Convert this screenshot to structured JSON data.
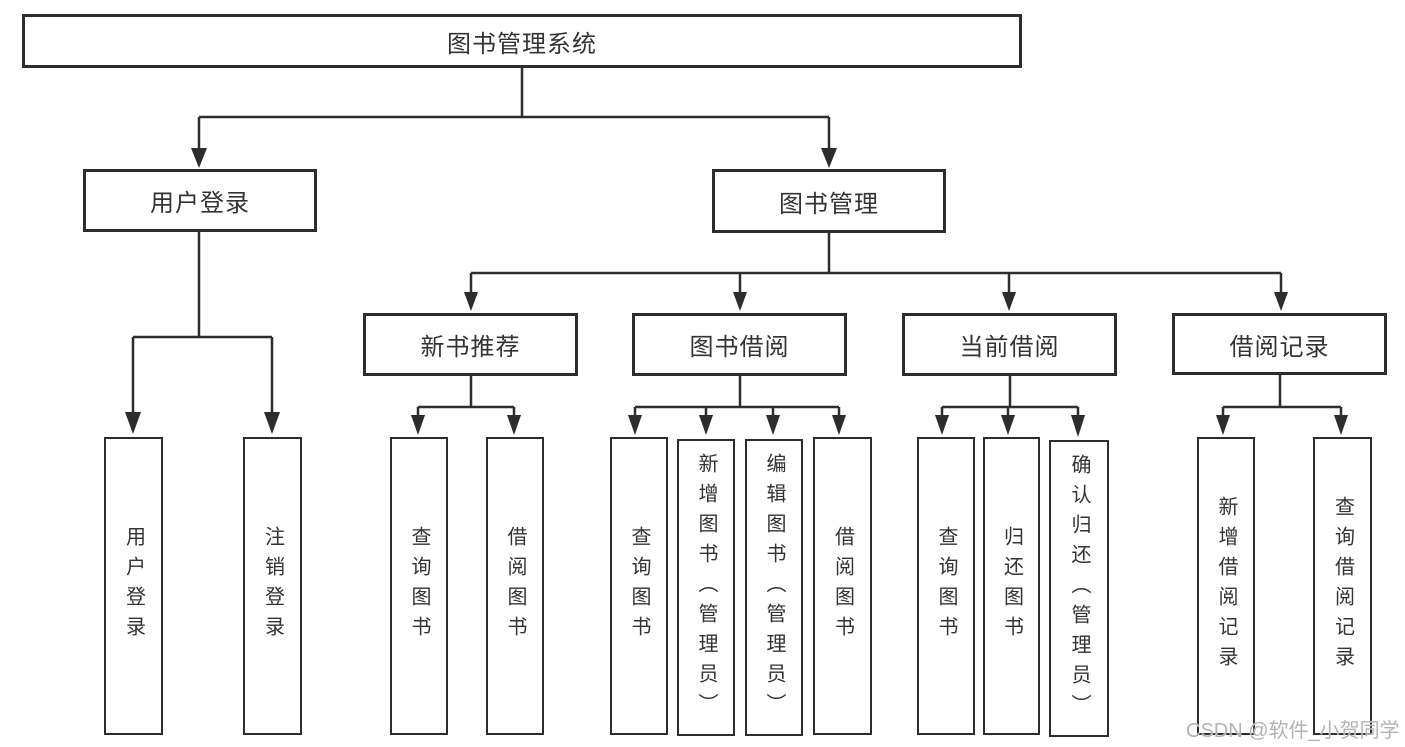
{
  "diagram": {
    "type": "hierarchy-tree",
    "root": {
      "label": "图书管理系统"
    },
    "level2": [
      {
        "label": "用户登录"
      },
      {
        "label": "图书管理"
      }
    ],
    "level3": [
      {
        "label": "新书推荐",
        "parent": "图书管理"
      },
      {
        "label": "图书借阅",
        "parent": "图书管理"
      },
      {
        "label": "当前借阅",
        "parent": "图书管理"
      },
      {
        "label": "借阅记录",
        "parent": "图书管理"
      }
    ],
    "leaves": [
      {
        "label": "用户登录",
        "parent": "用户登录"
      },
      {
        "label": "注销登录",
        "parent": "用户登录"
      },
      {
        "label": "查询图书",
        "parent": "新书推荐"
      },
      {
        "label": "借阅图书",
        "parent": "新书推荐"
      },
      {
        "label": "查询图书",
        "parent": "图书借阅"
      },
      {
        "label": "新增图书（管理员）",
        "parent": "图书借阅"
      },
      {
        "label": "编辑图书（管理员）",
        "parent": "图书借阅"
      },
      {
        "label": "借阅图书",
        "parent": "图书借阅"
      },
      {
        "label": "查询图书",
        "parent": "当前借阅"
      },
      {
        "label": "归还图书",
        "parent": "当前借阅"
      },
      {
        "label": "确认归还（管理员）",
        "parent": "当前借阅"
      },
      {
        "label": "新增借阅记录",
        "parent": "借阅记录"
      },
      {
        "label": "查询借阅记录",
        "parent": "借阅记录"
      }
    ],
    "colors": {
      "line": "#2d2d2d",
      "text": "#333333",
      "background": "#ffffff"
    }
  },
  "watermark": {
    "text": "CSDN @软件_小贺同学",
    "color": "#b3b3b3"
  }
}
